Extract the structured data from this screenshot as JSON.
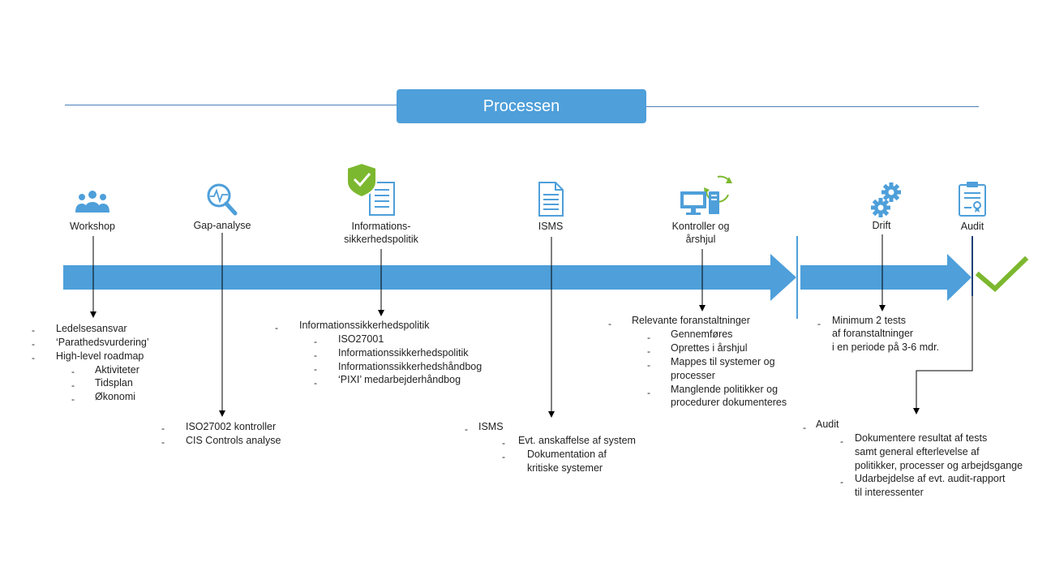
{
  "title": "Processen",
  "colors": {
    "accent": "#4e9fda",
    "check": "#7cb82f",
    "line": "#000000"
  },
  "stages": [
    {
      "label": "Workshop",
      "icon": "people-group-icon"
    },
    {
      "label": "Gap-analyse",
      "icon": "magnifier-pulse-icon"
    },
    {
      "label_l1": "Informations-",
      "label_l2": "sikkerhedspolitik",
      "icon": "shield-document-icon"
    },
    {
      "label": "ISMS",
      "icon": "document-icon"
    },
    {
      "label_l1": "Kontroller og",
      "label_l2": "årshjul",
      "icon": "computer-sync-icon"
    },
    {
      "label": "Drift",
      "icon": "gears-icon"
    },
    {
      "label": "Audit",
      "icon": "certificate-clipboard-icon"
    }
  ],
  "notes": {
    "workshop": {
      "items": [
        "Ledelsesansvar",
        "‘Parathedsvurdering’",
        "High-level roadmap"
      ],
      "sub": [
        "Aktiviteter",
        "Tidsplan",
        "Økonomi"
      ]
    },
    "gap": {
      "items": [
        "ISO27002 kontroller",
        "CIS Controls analyse"
      ]
    },
    "policy": {
      "item": "Informationssikkerhedspolitik",
      "sub": [
        "ISO27001",
        "Informationssikkerhedspolitik",
        "Informationssikkerhedshåndbog",
        "‘PIXI’ medarbejderhåndbog"
      ]
    },
    "isms": {
      "item": "ISMS",
      "sub1": "Evt. anskaffelse af system",
      "sub2_l1": "Dokumentation af",
      "sub2_l2": "kritiske systemer"
    },
    "controls": {
      "item": "Relevante foranstaltninger",
      "sub1": "Gennemføres",
      "sub2": "Oprettes i årshjul",
      "sub3_l1": "Mappes til systemer og",
      "sub3_l2": "processer",
      "sub4_l1": "Manglende politikker og",
      "sub4_l2": "procedurer dokumenteres"
    },
    "drift": {
      "l1": "Minimum 2 tests",
      "l2": "af foranstaltninger",
      "l3": "i en periode på 3-6 mdr."
    },
    "audit": {
      "item": "Audit",
      "sub1_l1": "Dokumentere resultat af tests",
      "sub1_l2": "samt general efterlevelse af",
      "sub1_l3": "politikker, processer og arbejdsgange",
      "sub2_l1": "Udarbejdelse af evt. audit-rapport",
      "sub2_l2": "til interessenter"
    }
  }
}
